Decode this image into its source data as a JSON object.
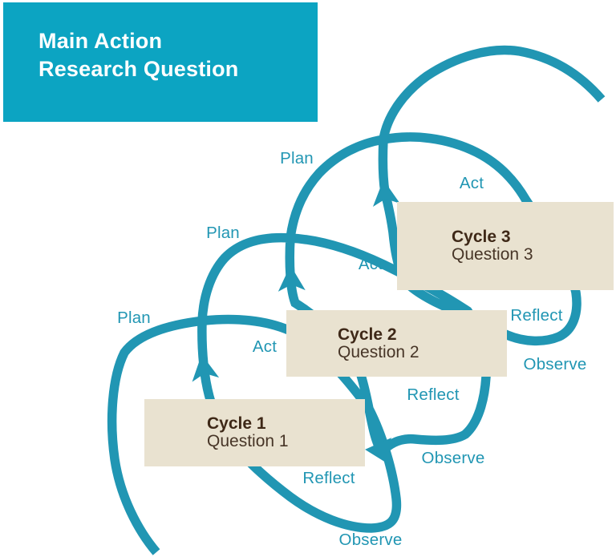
{
  "header": {
    "title_line1": "Main Action",
    "title_line2": "Research Question"
  },
  "cycles": [
    {
      "title": "Cycle 1",
      "question": "Question 1",
      "phases": {
        "plan": "Plan",
        "act": "Act",
        "reflect": "Reflect",
        "observe": "Observe"
      }
    },
    {
      "title": "Cycle 2",
      "question": "Question 2",
      "phases": {
        "plan": "Plan",
        "act": "Act",
        "reflect": "Reflect",
        "observe": "Observe"
      }
    },
    {
      "title": "Cycle 3",
      "question": "Question 3",
      "phases": {
        "plan": "Plan",
        "act": "Act",
        "reflect": "Reflect",
        "observe": "Observe"
      }
    }
  ],
  "colors": {
    "header_bg": "#0ca4c2",
    "spiral": "#2196b3",
    "card_bg": "#e9e2d0",
    "cycle_title_text": "#3e2817",
    "question_text": "#473527",
    "background": "#ffffff"
  }
}
